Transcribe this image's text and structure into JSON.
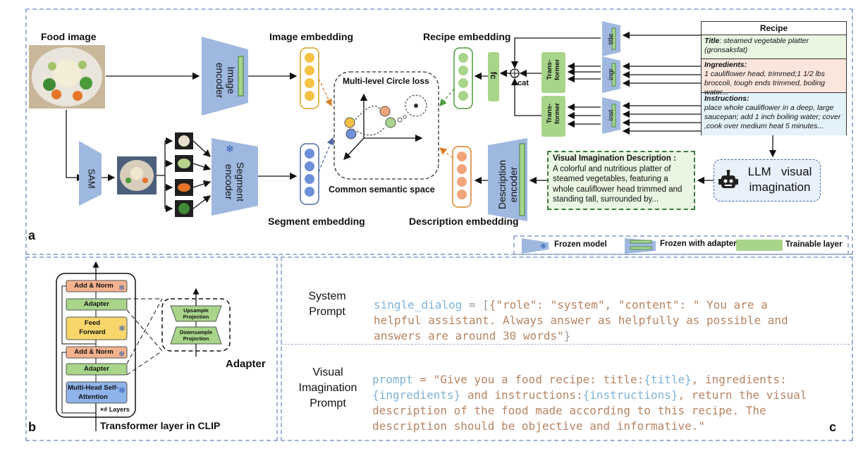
{
  "panel_a": {
    "panel_letter": "a",
    "food_image_label": "Food image",
    "image_encoder_label": "Image encoder",
    "image_embedding_label": "Image  embedding",
    "sam_label": "SAM",
    "segment_encoder_label": "Segment encoder",
    "segment_embedding_label": "Segment  embedding",
    "loss_label": "Multi-level Circle loss",
    "space_label": "Common semantic space",
    "recipe_embedding_label": "Recipe  embedding",
    "fc_label": "fc",
    "cat_label": "cat",
    "transformer_label": "Trans-\nformer",
    "title_label": "title",
    "ingr_label": "ingr",
    "inst_label": "inst",
    "description_encoder_label": "Description encoder",
    "description_embedding_label": "Description  embedding",
    "recipe": {
      "header": "Recipe",
      "title_key": "Title",
      "title_val": ": steamed vegetable platter (gronsaksfat)",
      "ingredients_key": "Ingredients:",
      "ingredients_val": "1 cauliflower head, trimmed;1 1/2 lbs broccoli, tough ends trimmed, boiling water...",
      "instructions_key": "Instructions:",
      "instructions_val": "place whole cauliflower in a deep, large saucepan; add 1 inch boiling water; cover ,cook over medium heat 5 minutes..."
    },
    "visual_description": {
      "heading": "Visual Imagination Description :",
      "text": "A colorful and nutritious platter of steamed vegetables, featuring a whole cauliflower head trimmed and standing tall, surrounded by..."
    },
    "llm_label": "LLM   visual imagination",
    "legend": {
      "frozen": "Frozen model",
      "adapter": "Frozen with adapter",
      "trainable": "Trainable layer"
    },
    "colors": {
      "encoder": "#9fb8e0",
      "trainable": "#a8d58a",
      "image_emb": "#f5c244",
      "seg_emb": "#6e8fd9",
      "desc_emb": "#f2a57a"
    }
  },
  "panel_b": {
    "panel_letter": "b",
    "add_norm": "Add & Norm",
    "adapter": "Adapter",
    "feed_forward": "Feed Forward",
    "mhsa": "Multi-Head Self-Attention",
    "layers": "×# Layers",
    "caption": "Transformer layer in CLIP",
    "upsample": "Upsample Projection",
    "downsample": "Downsample Projection",
    "adapter_title": "Adapter"
  },
  "panel_c": {
    "panel_letter": "c",
    "system_label": "System\nPrompt",
    "visual_label": "Visual\nImagination\nPrompt",
    "system_code": {
      "var": "single_dialog",
      "op": " = [",
      "line1": "{\"role\": \"system\", \"content\": \" You are a",
      "line2": "helpful assistant. Always answer as helpfully as possible and",
      "line3": "answers are around 30 words\"",
      "close": "}"
    },
    "visual_code": {
      "var": "prompt",
      "l1a": " = \"Give you a food recipe: title:",
      "l1b": "{title}",
      "l1c": ", ingredients:",
      "l2a": "{ingredients}",
      "l2b": " and instructions:",
      "l2c": "{instructions}",
      "l2d": ", return the visual",
      "l3": "description of the food made according to this recipe. The",
      "l4": "description should be objective and informative.\""
    }
  }
}
